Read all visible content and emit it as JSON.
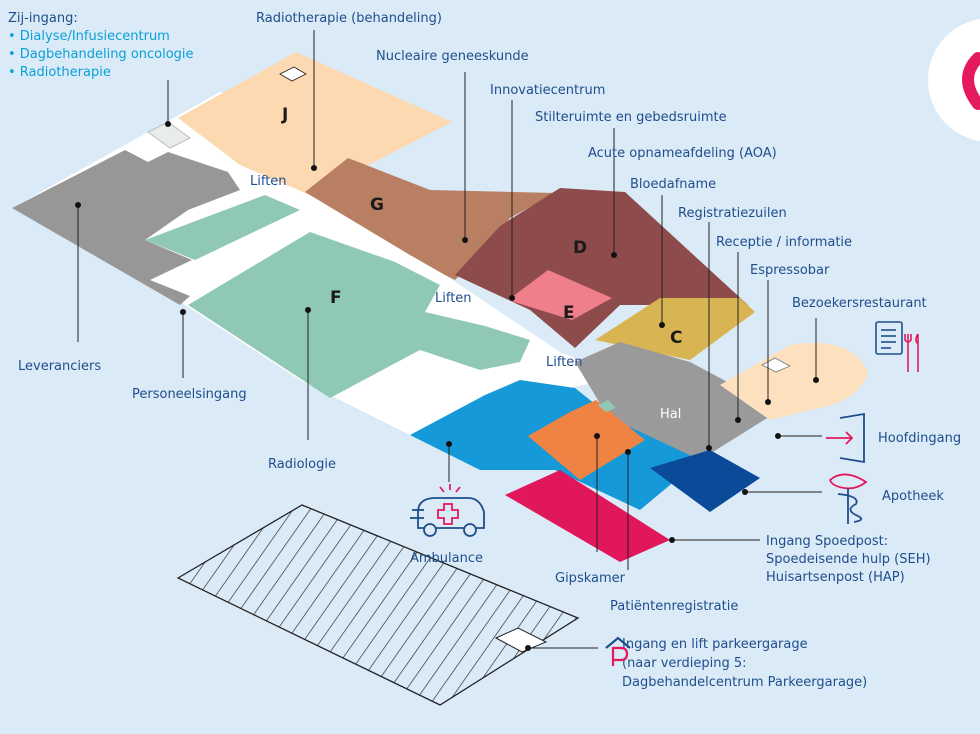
{
  "colors": {
    "background": "#dbeaf7",
    "label": "#1f4e8c",
    "label_cyan": "#0aa0d8",
    "accent_pink": "#e5195e",
    "zone_J": "#fcd9b1",
    "zone_G": "#b97f62",
    "zone_D": "#8e4b4b",
    "zone_E": "#f07f8c",
    "zone_C": "#d8b552",
    "zone_F": "#8fc9b6",
    "zone_leveranciers": "#979797",
    "zone_hal": "#9a9a9a",
    "zone_seh": "#1599d8",
    "zone_gips": "#ef8344",
    "zone_pat": "#e0175a",
    "zone_apotheek": "#0b4a98",
    "zone_restaurant": "#fde1bf"
  },
  "side_entrance": {
    "title": "Zij-ingang:",
    "items": [
      "• Dialyse/Infusiecentrum",
      "• Dagbehandeling oncologie",
      "• Radiotherapie"
    ]
  },
  "labels": {
    "radiotherapie": "Radiotherapie (behandeling)",
    "nucleaire": "Nucleaire geneeskunde",
    "innovatie": "Innovatiecentrum",
    "stilte": "Stilteruimte en gebedsruimte",
    "aoa": "Acute opnameafdeling (AOA)",
    "bloedafname": "Bloedafname",
    "registratiezuilen": "Registratiezuilen",
    "receptie": "Receptie / informatie",
    "espressobar": "Espressobar",
    "bezoekersrestaurant": "Bezoekersrestaurant",
    "hoofdingang": "Hoofdingang",
    "apotheek": "Apotheek",
    "spoedpost": [
      "Ingang Spoedpost:",
      "Spoedeisende hulp (SEH)",
      "Huisartsenpost (HAP)"
    ],
    "patientenregistratie": "Patiëntenregistratie",
    "gipskamer": "Gipskamer",
    "ambulance": "Ambulance",
    "radiologie": "Radiologie",
    "personeelsingang": "Personeelsingang",
    "leveranciers": "Leveranciers",
    "parkeergarage": [
      "Ingang en lift parkeergarage",
      "(naar verdieping 5:",
      "Dagbehandelcentrum Parkeergarage)"
    ],
    "hal": "Hal"
  },
  "zones": {
    "J": "J",
    "G": "G",
    "D": "D",
    "E": "E",
    "C": "C",
    "F": "F"
  },
  "lifts": {
    "lift1": "Liften",
    "lift2": "Liften",
    "lift3": "Liften"
  },
  "icons": {
    "restaurant": "menu-cutlery-icon",
    "entrance": "entrance-door-icon",
    "pharmacy": "pharmacy-serpent-icon",
    "ambulance": "ambulance-icon",
    "parking": "parking-icon"
  }
}
